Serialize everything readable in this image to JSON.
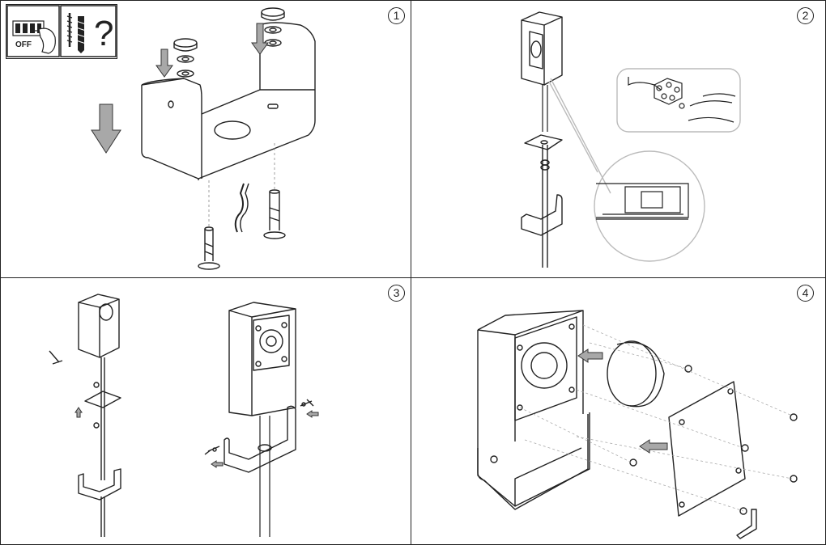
{
  "steps": [
    {
      "number": "1"
    },
    {
      "number": "2"
    },
    {
      "number": "3"
    },
    {
      "number": "4"
    }
  ],
  "warning": {
    "breaker_label": "OFF",
    "icons": [
      "circuit-breaker-icon",
      "drill-and-screws-icon",
      "question-mark-icon"
    ]
  },
  "colors": {
    "line": "#222222",
    "arrow_fill": "#9a9a9a",
    "callout_stroke": "#bbbbbb"
  }
}
